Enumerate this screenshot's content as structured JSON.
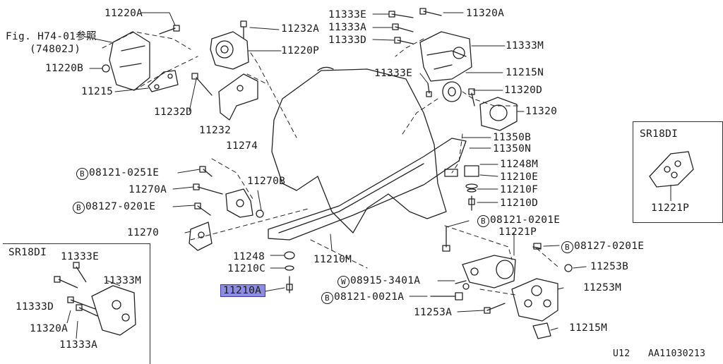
{
  "labels": {
    "l11220A": "11220A",
    "lfig": "Fig. H74-01参照",
    "lfig2": "(74802J)",
    "l11220B": "11220B",
    "l11215": "11215",
    "l11232A": "11232A",
    "l11220P": "11220P",
    "l11232D": "11232D",
    "l11232": "11232",
    "l11333E": "11333E",
    "l11333A": "11333A",
    "l11333D": "11333D",
    "l11320A": "11320A",
    "l11333M": "11333M",
    "l11333E2": "11333E",
    "l11215N": "11215N",
    "l11320D": "11320D",
    "l11320": "11320",
    "l11350B": "11350B",
    "l11350N": "11350N",
    "l11248M": "11248M",
    "l11210E": "11210E",
    "l11210F": "11210F",
    "l11210D": "11210D",
    "l11274": "11274",
    "l08121_0251E": "08121-0251E",
    "l11270A": "11270A",
    "l11270B": "11270B",
    "l08127_0201E": "08127-0201E",
    "l11270": "11270",
    "l11248": "11248",
    "l11210C": "11210C",
    "l11210A": "11210A",
    "l11210M": "11210M",
    "l08121_0201E": "08121-0201E",
    "l11221P": "11221P",
    "l08127_0201E_2": "08127-0201E",
    "l11253B": "11253B",
    "l08915_3401A": "08915-3401A",
    "l11253M": "11253M",
    "l08121_0021A": "08121-0021A",
    "l11253A": "11253A",
    "l11215M": "11215M",
    "footer_u12": "U12",
    "footer_code": "AA11030213"
  },
  "markers": {
    "b": "B",
    "w": "W"
  },
  "inset_left": {
    "title": "SR18DI",
    "l11333E": "11333E",
    "l11333M": "11333M",
    "l11333D": "11333D",
    "l11320A": "11320A",
    "l11333A": "11333A"
  },
  "inset_right": {
    "title": "SR18DI",
    "l11221P": "11221P"
  },
  "highlight": {
    "colour": "#8c8ce0"
  }
}
